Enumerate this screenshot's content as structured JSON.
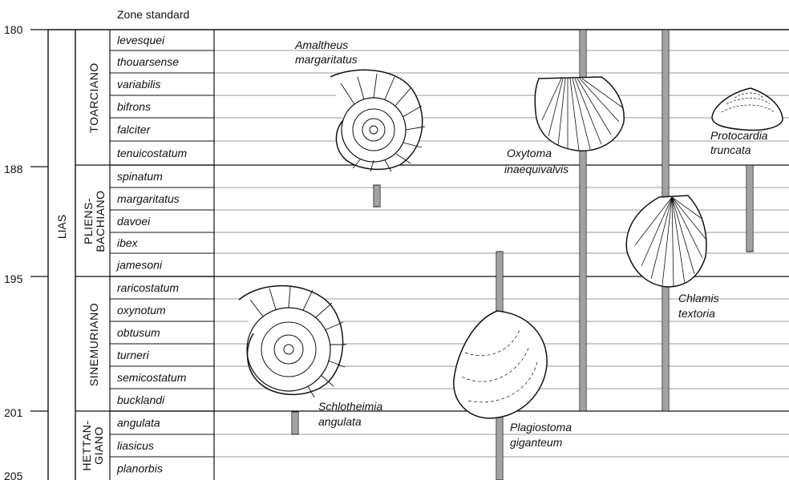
{
  "header": {
    "zone_standard": "Zone standard"
  },
  "ages": [
    "180",
    "188",
    "195",
    "201",
    "205"
  ],
  "series": "LIAS",
  "stages": [
    {
      "lines": [
        "TOARCIANO"
      ]
    },
    {
      "lines": [
        "PLIENS-",
        "BACHIANO"
      ]
    },
    {
      "lines": [
        "SINEMURIANO"
      ]
    },
    {
      "lines": [
        "HETTAN-",
        "GIANO"
      ]
    }
  ],
  "zones": [
    "levesquei",
    "thouarsense",
    "variabilis",
    "bifrons",
    "falciter",
    "tenuicostatum",
    "spinatum",
    "margaritatus",
    "davoei",
    "ibex",
    "jamesoni",
    "raricostatum",
    "oxynotum",
    "obtusum",
    "turneri",
    "semicostatum",
    "bucklandi",
    "angulata",
    "liasicus",
    "planorbis"
  ],
  "fossils": {
    "amaltheus": [
      "Amaltheus",
      "margaritatus"
    ],
    "oxytoma": [
      "Oxytoma",
      "inaequivalvis"
    ],
    "protocardia": [
      "Protocardia",
      "truncata"
    ],
    "chlamis": [
      "Chlamis",
      "textoria"
    ],
    "schlotheimia": [
      "Schlotheimia",
      "angulata"
    ],
    "plagiostoma": [
      "Plagiostoma",
      "giganteum"
    ]
  }
}
